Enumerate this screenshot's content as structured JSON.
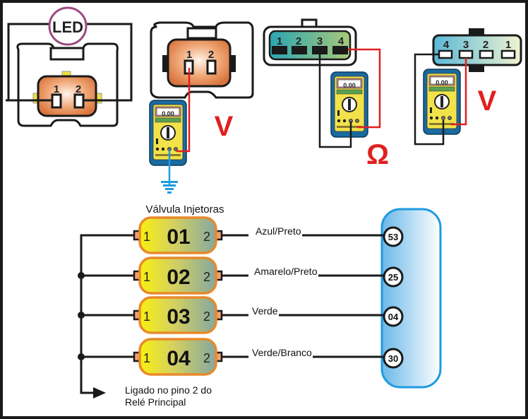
{
  "colors": {
    "frame": "#1a1a1a",
    "wire_black": "#1a1a1a",
    "wire_red": "#e02020",
    "wire_blue": "#1e9be0",
    "led_ring": "#9b4a80",
    "connector_orange": "#e58a50",
    "connector_teal": "#3aa8b0",
    "connector_lightblue": "#7ec8e0",
    "injector_orange": "#e88a2a",
    "injector_yellow": "#f5f020",
    "injector_gray": "#8aa8a0",
    "ecu_blue": "#1e9be0",
    "meter_blue": "#1a6aa0",
    "meter_yellow": "#f2e24a",
    "measure_red": "#e02020"
  },
  "top_tests": {
    "led_test": {
      "led_label": "LED",
      "pins": [
        "1",
        "2"
      ]
    },
    "voltage_test_2pin": {
      "pins": [
        "1",
        "2"
      ],
      "meter_display": "0.00",
      "unit_symbol": "V"
    },
    "resistance_test_4pin": {
      "pins": [
        "1",
        "2",
        "3",
        "4"
      ],
      "meter_display": "0.00",
      "unit_symbol": "Ω"
    },
    "voltage_test_4pin": {
      "pins": [
        "4",
        "3",
        "2",
        "1"
      ],
      "meter_display": "0.00",
      "unit_symbol": "V"
    }
  },
  "injectors": {
    "title": "Válvula Injetoras",
    "items": [
      {
        "number": "01",
        "pin_left": "1",
        "pin_right": "2",
        "wire": "Azul/Preto",
        "ecu_pin": "53"
      },
      {
        "number": "02",
        "pin_left": "1",
        "pin_right": "2",
        "wire": "Amarelo/Preto",
        "ecu_pin": "25"
      },
      {
        "number": "03",
        "pin_left": "1",
        "pin_right": "2",
        "wire": "Verde",
        "ecu_pin": "04"
      },
      {
        "number": "04",
        "pin_left": "1",
        "pin_right": "2",
        "wire": "Verde/Branco",
        "ecu_pin": "30"
      }
    ],
    "feed_note_line1": "Ligado no pino 2 do",
    "feed_note_line2": "Relé Principal"
  }
}
